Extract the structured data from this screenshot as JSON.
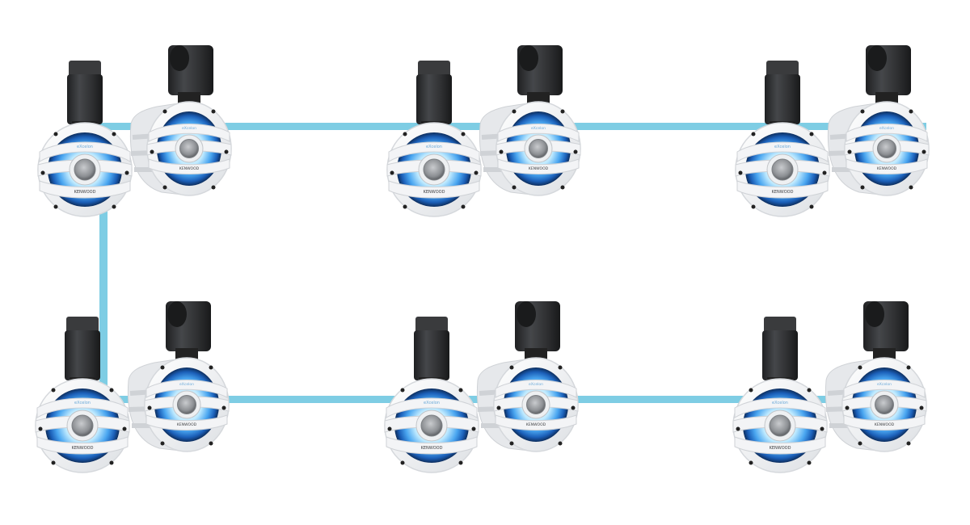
{
  "scene": {
    "description": "Six pairs of white LED-lit wakeboard tower speakers connected by blue wiring lines",
    "background_color": "#ffffff",
    "wire_color": "#7ecde4",
    "speaker_body_color": "#f4f5f7",
    "mount_color": "#2e2f31",
    "led_color": "#3d8fe0",
    "led_glow_color": "#9fe3ff"
  },
  "speaker_labels": {
    "series": "eXcelon",
    "brand": "KENWOOD"
  },
  "speaker_pairs": [
    {
      "row": 1,
      "column": 1
    },
    {
      "row": 1,
      "column": 2
    },
    {
      "row": 1,
      "column": 3
    },
    {
      "row": 2,
      "column": 1
    },
    {
      "row": 2,
      "column": 2
    },
    {
      "row": 2,
      "column": 3
    }
  ]
}
